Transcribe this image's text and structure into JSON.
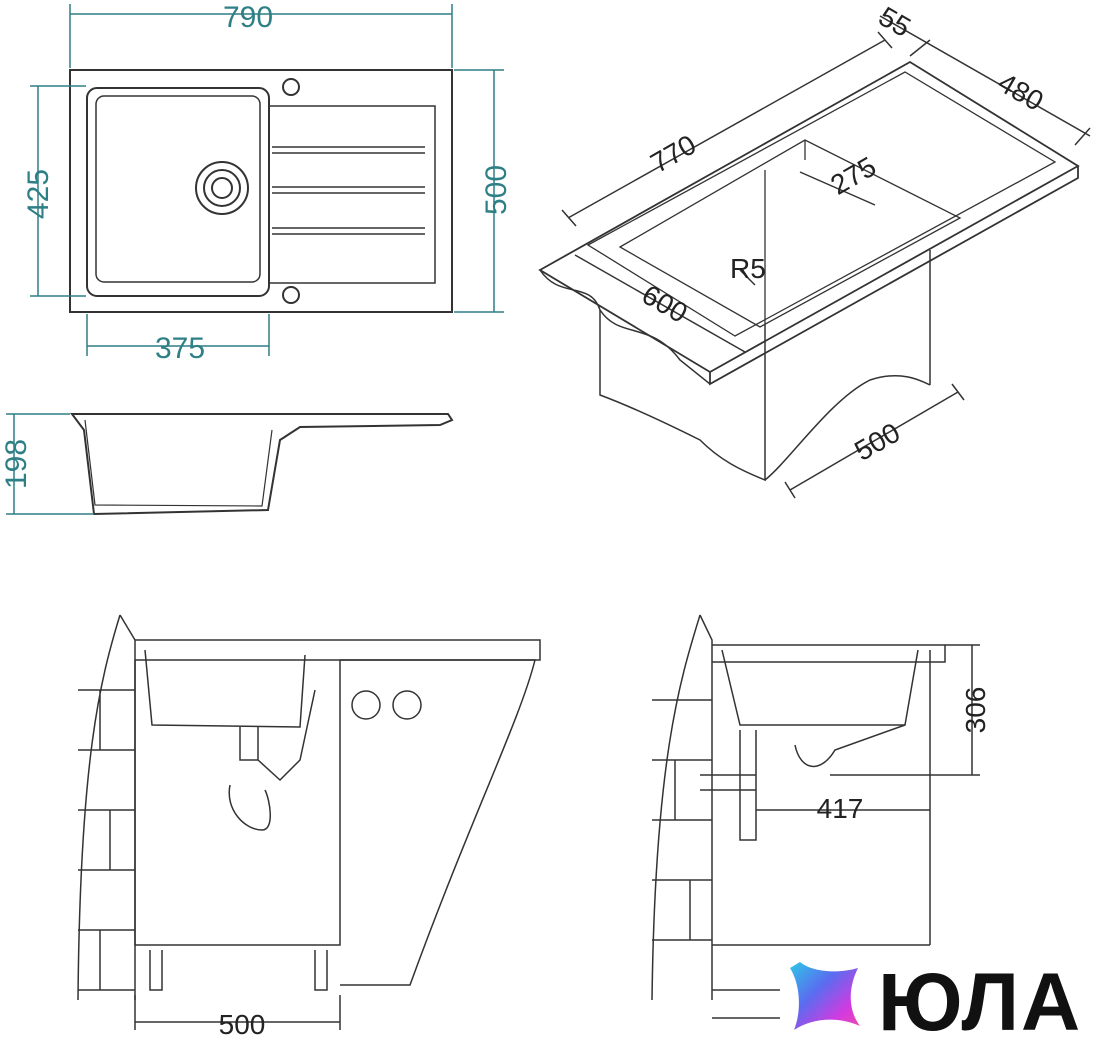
{
  "top_view": {
    "width_label": "790",
    "bowl_height_label": "425",
    "height_label": "500",
    "bowl_width_label": "375"
  },
  "side_view": {
    "depth_label": "198"
  },
  "iso_view": {
    "edge_label": "55",
    "depth_label": "480",
    "length_label": "770",
    "bowl_label": "275",
    "radius_label": "R5",
    "cabinet_width_label": "600",
    "cabinet_depth_label": "500"
  },
  "install_front": {
    "cabinet_label": "500"
  },
  "install_side": {
    "height_label": "306",
    "distance_label": "417"
  },
  "brand": {
    "logo_text": "ЮЛА",
    "gradient_colors": [
      "#2ec7e6",
      "#5a6cf0",
      "#d23ae0",
      "#f04aa8"
    ]
  }
}
